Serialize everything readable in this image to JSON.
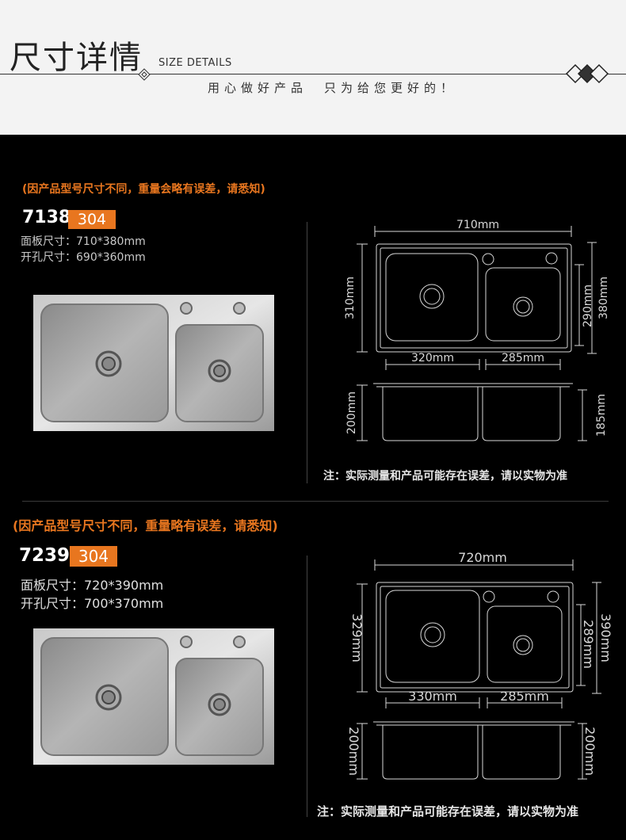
{
  "header": {
    "title": "尺寸详情",
    "subtitle": "SIZE DETAILS",
    "slogan": "用心做好产品　只为给您更好的！"
  },
  "products": [
    {
      "notice": "(因产品型号尺寸不同，重量会略有误差，请悉知)",
      "model": "7138",
      "material": "304",
      "panel": "面板尺寸：710*380mm",
      "cutout": "开孔尺寸：690*360mm",
      "dims": {
        "width": "710mm",
        "depth_left": "310mm",
        "depth_right_inner": "290mm",
        "depth_right_outer": "380mm",
        "bowl_left": "320mm",
        "bowl_right": "285mm",
        "height_left": "200mm",
        "height_right": "185mm"
      },
      "footnote": "注：实际测量和产品可能存在误差，请以实物为准"
    },
    {
      "notice": "(因产品型号尺寸不同，重量略有误差，请悉知)",
      "model": "7239",
      "material": "304",
      "panel": "面板尺寸：720*390mm",
      "cutout": "开孔尺寸：700*370mm",
      "dims": {
        "width": "720mm",
        "depth_left": "329mm",
        "depth_right_inner": "289mm",
        "depth_right_outer": "390mm",
        "bowl_left": "330mm",
        "bowl_right": "285mm",
        "height_left": "200mm",
        "height_right": "200mm"
      },
      "footnote": "注：实际测量和产品可能存在误差，请以实物为准"
    }
  ],
  "colors": {
    "accent": "#e8761f",
    "background": "#000000",
    "header_bg": "#f3f3f3"
  }
}
